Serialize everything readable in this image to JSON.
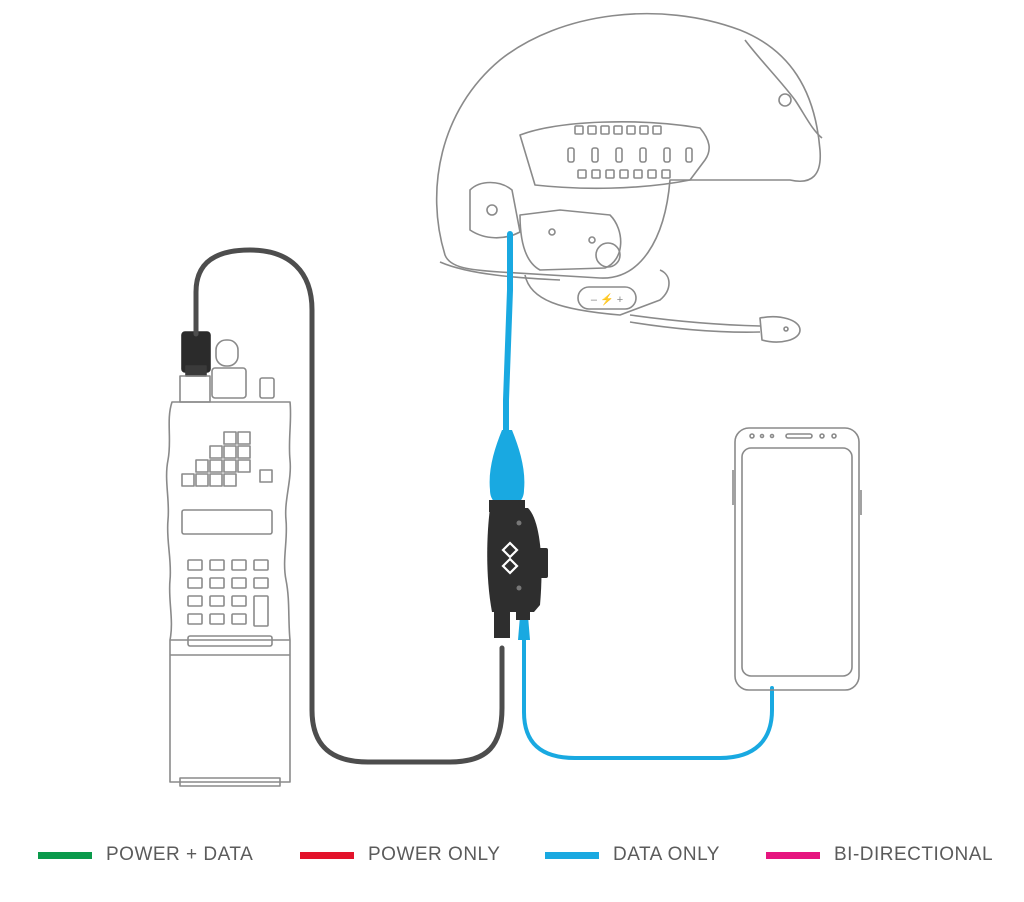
{
  "colors": {
    "outline": "#8a8a8a",
    "radio_cable": "#4d4d4d",
    "data_cable": "#19a9e1",
    "hub": "#2e2e2e",
    "label": "#5b5b5b"
  },
  "icons": [
    "helmet-icon",
    "radio-icon",
    "smartphone-icon",
    "hub-icon"
  ],
  "legend": {
    "items": [
      {
        "label": "POWER + DATA",
        "color": "#0a9a4b"
      },
      {
        "label": "POWER ONLY",
        "color": "#e3132b"
      },
      {
        "label": "DATA ONLY",
        "color": "#19a9e1"
      },
      {
        "label": "BI-DIRECTIONAL",
        "color": "#e6157f"
      }
    ]
  },
  "helmet": {
    "volume_label": "– ⚡ +"
  }
}
